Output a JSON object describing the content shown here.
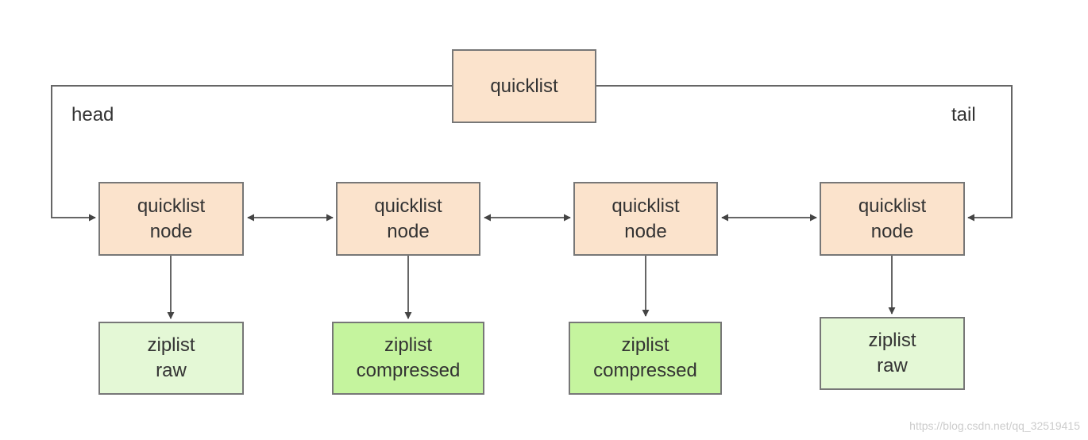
{
  "diagram": {
    "root": {
      "label": "quicklist"
    },
    "head_label": "head",
    "tail_label": "tail",
    "nodes": [
      {
        "line1": "quicklist",
        "line2": "node"
      },
      {
        "line1": "quicklist",
        "line2": "node"
      },
      {
        "line1": "quicklist",
        "line2": "node"
      },
      {
        "line1": "quicklist",
        "line2": "node"
      }
    ],
    "ziplists": [
      {
        "line1": "ziplist",
        "line2": "raw",
        "state": "raw"
      },
      {
        "line1": "ziplist",
        "line2": "compressed",
        "state": "compressed"
      },
      {
        "line1": "ziplist",
        "line2": "compressed",
        "state": "compressed"
      },
      {
        "line1": "ziplist",
        "line2": "raw",
        "state": "raw"
      }
    ],
    "colors": {
      "node_fill": "#fbe3cc",
      "raw_fill": "#e4f8d6",
      "compressed_fill": "#c5f49e",
      "line": "#555555"
    }
  },
  "watermark": "https://blog.csdn.net/qq_32519415"
}
